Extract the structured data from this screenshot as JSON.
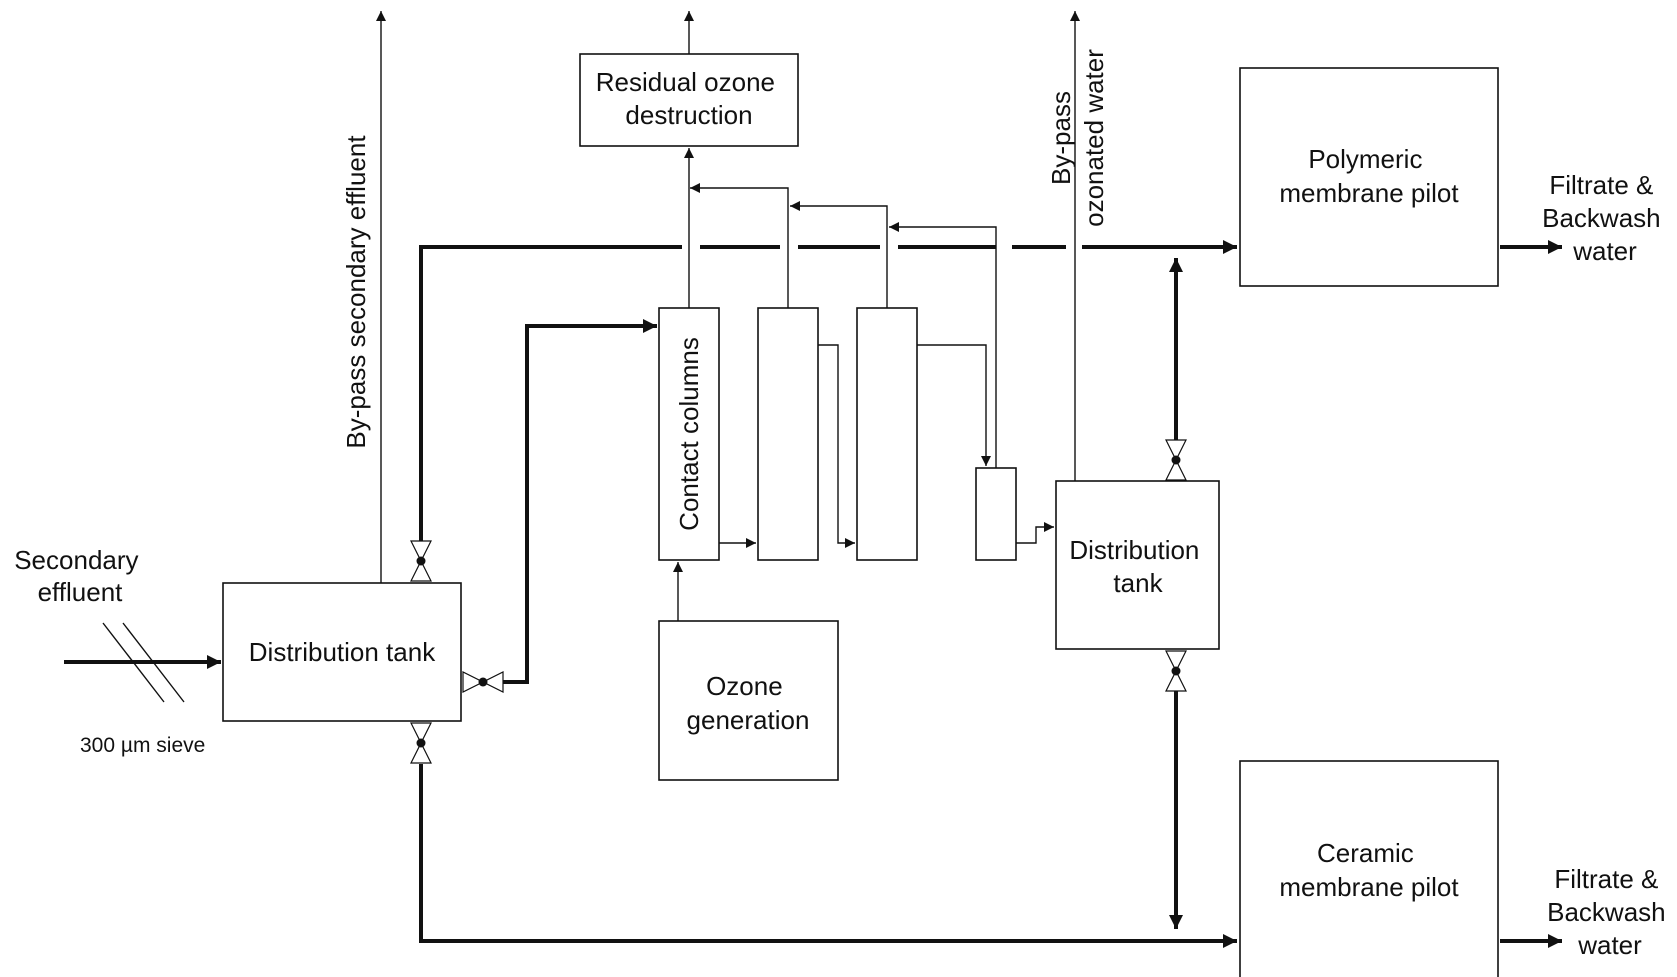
{
  "nodes": {
    "secondary_effluent": [
      "Secondary",
      "effluent"
    ],
    "sieve": "300 µm sieve",
    "distribution_tank_1": "Distribution tank",
    "bypass_secondary": "By-pass secondary effluent",
    "residual_ozone": [
      "Residual ozone",
      "destruction"
    ],
    "contact_columns": "Contact columns",
    "ozone_generation": [
      "Ozone",
      "generation"
    ],
    "bypass_ozonated": [
      "By-pass",
      "ozonated water"
    ],
    "distribution_tank_2": [
      "Distribution",
      "tank"
    ],
    "polymeric_pilot": [
      "Polymeric",
      "membrane pilot"
    ],
    "ceramic_pilot": [
      "Ceramic",
      "membrane pilot"
    ],
    "filtrate_polymeric": [
      "Filtrate &",
      "Backwash",
      "water"
    ],
    "filtrate_ceramic": [
      "Filtrate &",
      "Backwash",
      "water"
    ]
  },
  "colors": {
    "line": "#111111",
    "box_fill": "#ffffff",
    "background": "#ffffff"
  }
}
